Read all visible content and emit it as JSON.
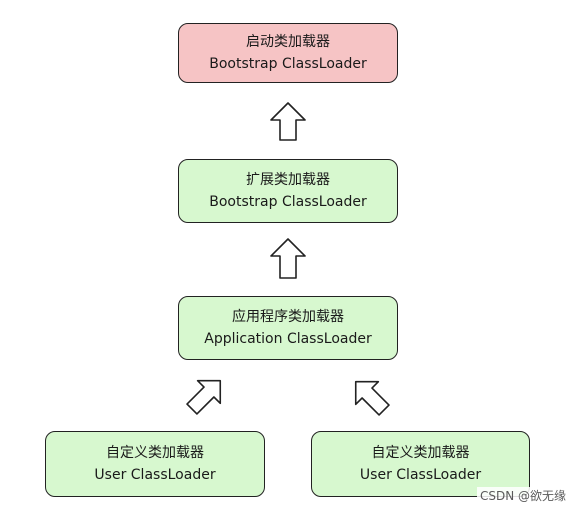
{
  "nodes": {
    "bootstrap": {
      "title": "启动类加载器",
      "subtitle": "Bootstrap ClassLoader",
      "color": "#f6c4c5"
    },
    "extension": {
      "title": "扩展类加载器",
      "subtitle": "Bootstrap ClassLoader",
      "color": "#d7f8cf"
    },
    "application": {
      "title": "应用程序类加载器",
      "subtitle": "Application ClassLoader",
      "color": "#d7f8cf"
    },
    "user_left": {
      "title": "自定义类加载器",
      "subtitle": "User ClassLoader",
      "color": "#d7f8cf"
    },
    "user_right": {
      "title": "自定义类加载器",
      "subtitle": "User ClassLoader",
      "color": "#d7f8cf"
    }
  },
  "watermark": "CSDN @欲无缘"
}
